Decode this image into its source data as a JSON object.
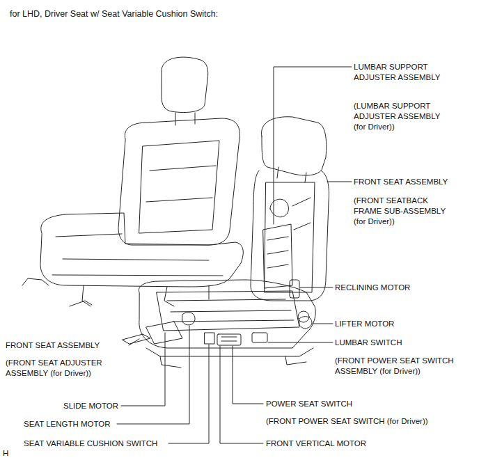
{
  "diagram": {
    "title": "for LHD, Driver Seat w/ Seat Variable Cushion Switch:",
    "labels": [
      "LUMBAR SUPPORT ADJUSTER ASSEMBLY",
      "(LUMBAR SUPPORT ADJUSTER ASSEMBLY (for Driver))",
      "FRONT SEAT ASSEMBLY",
      "(FRONT SEATBACK FRAME SUB-ASSEMBLY (for Driver))",
      "RECLINING MOTOR",
      "LIFTER MOTOR",
      "LUMBAR SWITCH",
      "(FRONT POWER SEAT SWITCH ASSEMBLY (for Driver))",
      "FRONT SEAT ASSEMBLY",
      "(FRONT SEAT ADJUSTER ASSEMBLY (for Driver))",
      "SLIDE MOTOR",
      "SEAT LENGTH MOTOR",
      "SEAT VARIABLE CUSHION SWITCH",
      "POWER SEAT SWITCH",
      "(FRONT POWER SEAT SWITCH (for Driver))",
      "FRONT VERTICAL MOTOR",
      "H"
    ]
  }
}
